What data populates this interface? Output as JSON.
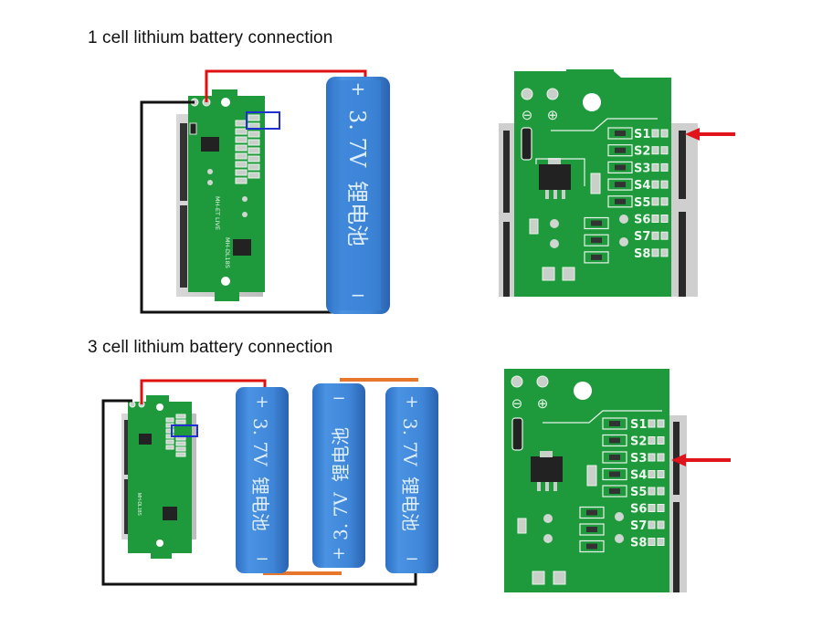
{
  "sections": [
    {
      "title": "1 cell lithium battery connection",
      "cells": 1,
      "highlighted_terminal": "S1",
      "battery_labels": [
        {
          "text": "+ 3. 7V锂电池",
          "plus": "+",
          "minus": "−",
          "voltage": "3. 7V",
          "cjk": "锂电池",
          "orientation": "plus-top"
        }
      ]
    },
    {
      "title": "3 cell lithium battery connection",
      "cells": 3,
      "highlighted_terminal": "S3",
      "battery_labels": [
        {
          "text": "+ 3. 7V锂电池",
          "plus": "+",
          "minus": "−",
          "voltage": "3. 7V",
          "cjk": "锂电池",
          "orientation": "plus-top"
        },
        {
          "text": "+ 3. 7V锂电池",
          "plus": "+",
          "minus": "−",
          "voltage": "3. 7V",
          "cjk": "锂电池",
          "orientation": "plus-bottom"
        },
        {
          "text": "+ 3. 7V锂电池",
          "plus": "+",
          "minus": "−",
          "voltage": "3. 7V",
          "cjk": "锂电池",
          "orientation": "plus-top"
        }
      ]
    }
  ],
  "board": {
    "model_text": "MH-DL18S",
    "model_text_2": "MH-ET LIVE",
    "terminal_labels": [
      "S1",
      "S2",
      "S3",
      "S4",
      "S5",
      "S6",
      "S7",
      "S8"
    ],
    "minus_symbol": "⊖",
    "plus_symbol": "⊕"
  },
  "colors": {
    "pcb": "#1e9a3c",
    "battery": "#3f86d8",
    "wire_positive": "#e01010",
    "wire_negative": "#111111",
    "wire_link": "#e8772e",
    "highlight_box": "#1f2fd0",
    "arrow": "#e0141a"
  }
}
